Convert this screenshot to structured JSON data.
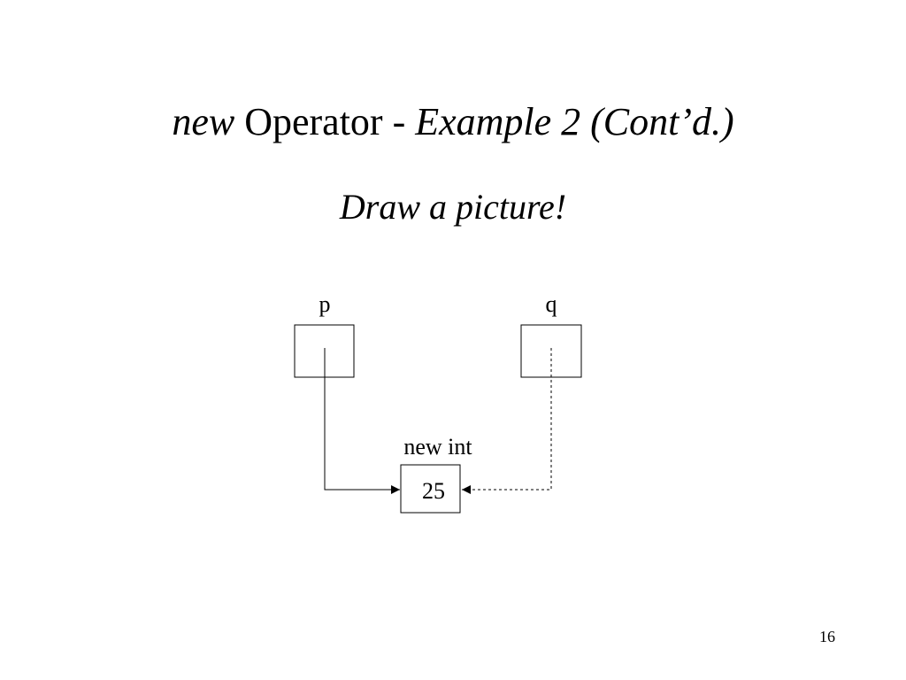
{
  "slide": {
    "title": {
      "part1": "new",
      "part2": " Operator - ",
      "part3": "Example 2 (Cont’d.)"
    },
    "subtitle": "Draw a picture!",
    "page_number": "16"
  },
  "diagram": {
    "pointer_p": {
      "label": "p"
    },
    "pointer_q": {
      "label": "q"
    },
    "heap_cell": {
      "label": "new int",
      "value": "25"
    }
  }
}
